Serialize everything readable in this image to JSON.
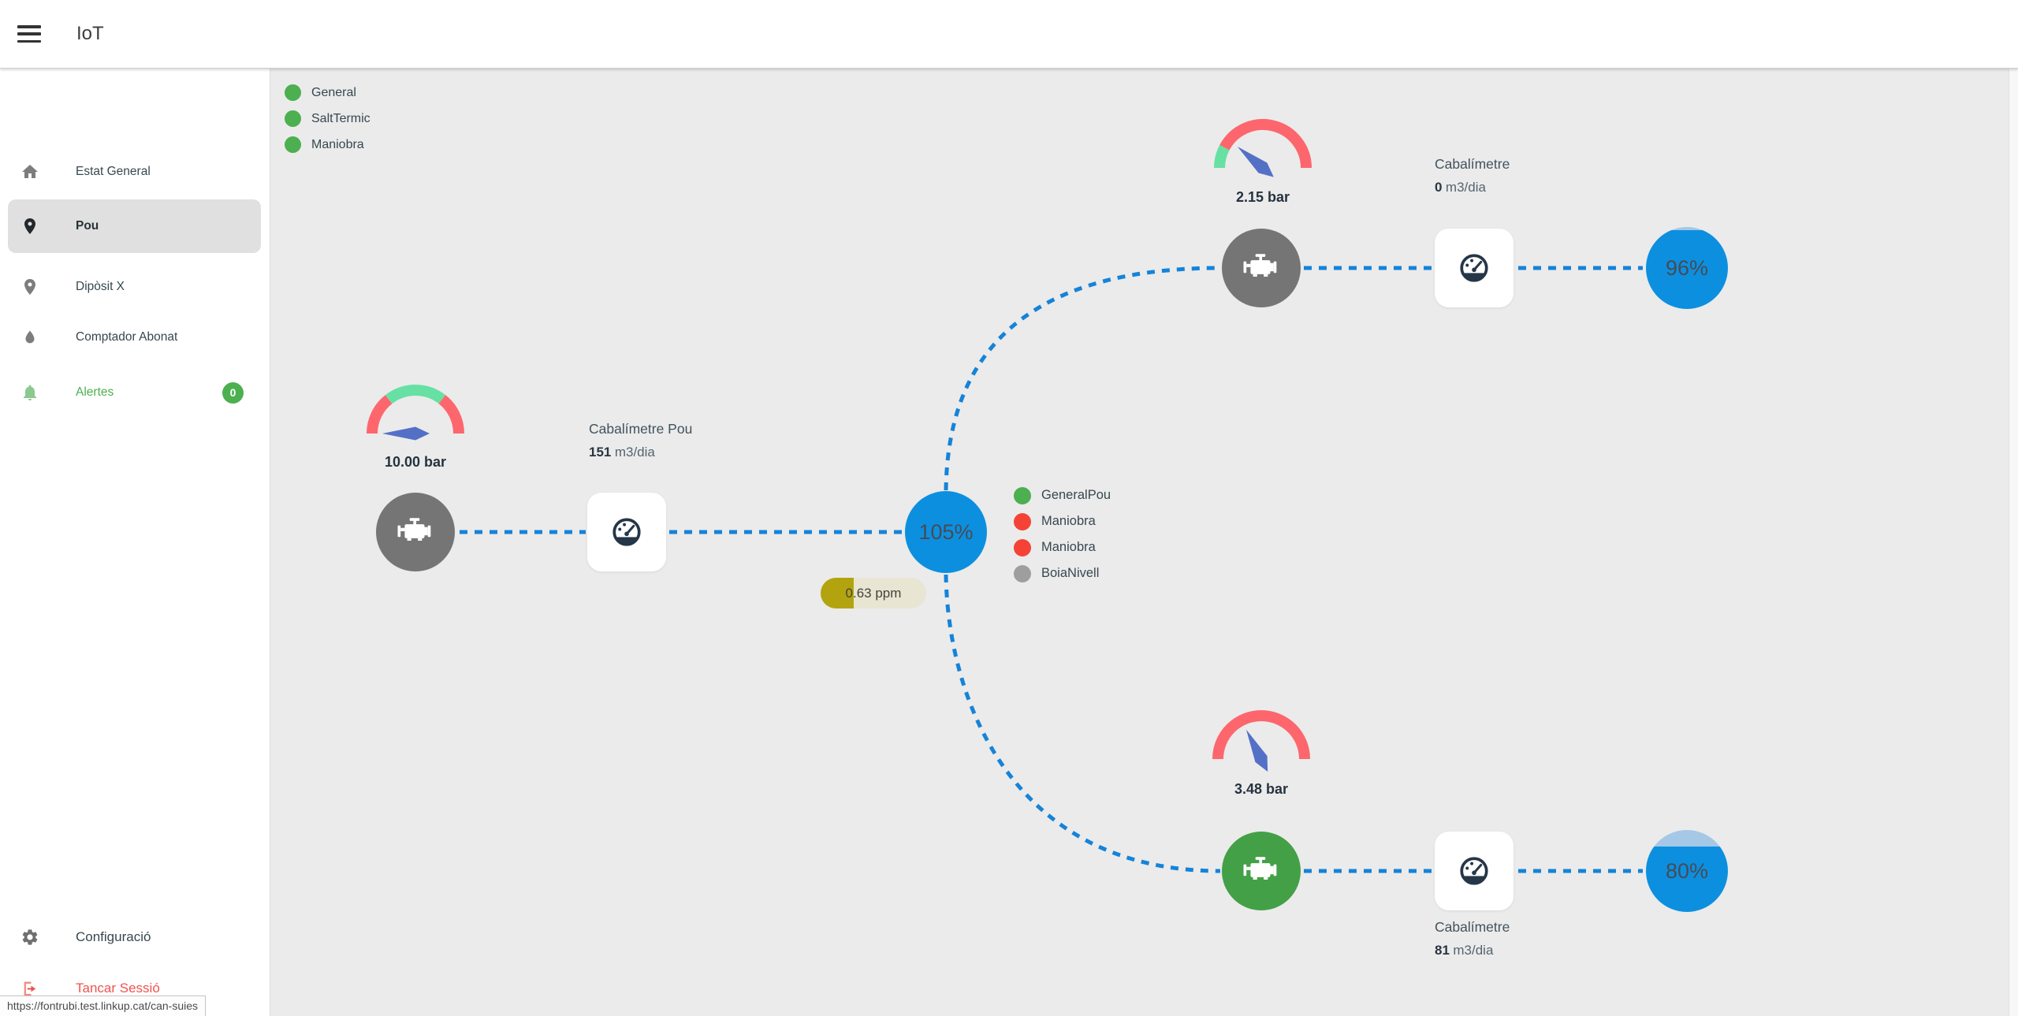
{
  "header": {
    "title": "IoT",
    "menu_icon": "hamburger-icon"
  },
  "sidebar": {
    "items": [
      {
        "label": "Estat General",
        "icon": "home-icon",
        "active": false
      },
      {
        "label": "Pou",
        "icon": "map-pin-icon",
        "active": true
      },
      {
        "label": "Dipòsit X",
        "icon": "map-pin-icon",
        "active": false
      },
      {
        "label": "Comptador Abonat",
        "icon": "water-drop-icon",
        "active": false
      },
      {
        "label": "Alertes",
        "icon": "bell-icon",
        "active": false,
        "badge": "0"
      }
    ],
    "footer_items": [
      {
        "label": "Configuració",
        "icon": "gear-icon"
      },
      {
        "label": "Tancar Sessió",
        "icon": "logout-icon"
      }
    ]
  },
  "status_bar": {
    "url": "https://fontrubi.test.linkup.cat/can-suies"
  },
  "colors": {
    "canvas_bg": "#ebebeb",
    "edge_blue": "#1583d8",
    "tank_blue": "#0d8fe0",
    "tank_light": "#a5c8e6",
    "gauge_needle": "#5470c6",
    "gauge_red": "#fd666d",
    "gauge_green": "#67e0a3",
    "meter_icon_navy": "#253648",
    "alert_green": "#4caf50",
    "logout_red": "#ef5350"
  },
  "diagram": {
    "canvas_legend": [
      {
        "label": "General",
        "color": "#4caf50"
      },
      {
        "label": "SaltTermic",
        "color": "#4caf50"
      },
      {
        "label": "Maniobra",
        "color": "#4caf50"
      }
    ],
    "node_legend": [
      {
        "label": "GeneralPou",
        "color": "#4caf50"
      },
      {
        "label": "Maniobra",
        "color": "#f44336"
      },
      {
        "label": "Maniobra",
        "color": "#f44336"
      },
      {
        "label": "BoiaNivell",
        "color": "#9e9e9e"
      }
    ],
    "gauges": [
      {
        "id": "pou",
        "value_label": "10.00 bar",
        "needle_deg": 180,
        "segments": [
          {
            "start": 180,
            "end": 128,
            "color": "#fd666d"
          },
          {
            "start": 128,
            "end": 52,
            "color": "#67e0a3"
          },
          {
            "start": 52,
            "end": 0,
            "color": "#fd666d"
          }
        ]
      },
      {
        "id": "amunt",
        "value_label": "2.15 bar",
        "needle_deg": 140,
        "segments": [
          {
            "start": 180,
            "end": 152,
            "color": "#67e0a3"
          },
          {
            "start": 152,
            "end": 0,
            "color": "#fd666d"
          }
        ]
      },
      {
        "id": "avall",
        "value_label": "3.48 bar",
        "needle_deg": 117,
        "segments": [
          {
            "start": 180,
            "end": 0,
            "color": "#fd666d"
          }
        ]
      }
    ],
    "pumps": [
      {
        "id": "pump-pou",
        "color": "#757575"
      },
      {
        "id": "pump-amunt",
        "color": "#757575"
      },
      {
        "id": "pump-avall",
        "color": "#43a047"
      }
    ],
    "flow_meters": [
      {
        "title": "Cabalímetre Pou",
        "value": "151",
        "unit": "m3/dia"
      },
      {
        "title": "Cabalímetre",
        "value": "0",
        "unit": "m3/dia"
      },
      {
        "title": "Cabalímetre",
        "value": "81",
        "unit": "m3/dia"
      }
    ],
    "tanks": [
      {
        "label": "105%",
        "level_pct": 105
      },
      {
        "label": "96%",
        "level_pct": 96
      },
      {
        "label": "80%",
        "level_pct": 80
      }
    ],
    "chlorine_badge": {
      "label": "0.63 ppm",
      "fill_pct": 31
    }
  }
}
